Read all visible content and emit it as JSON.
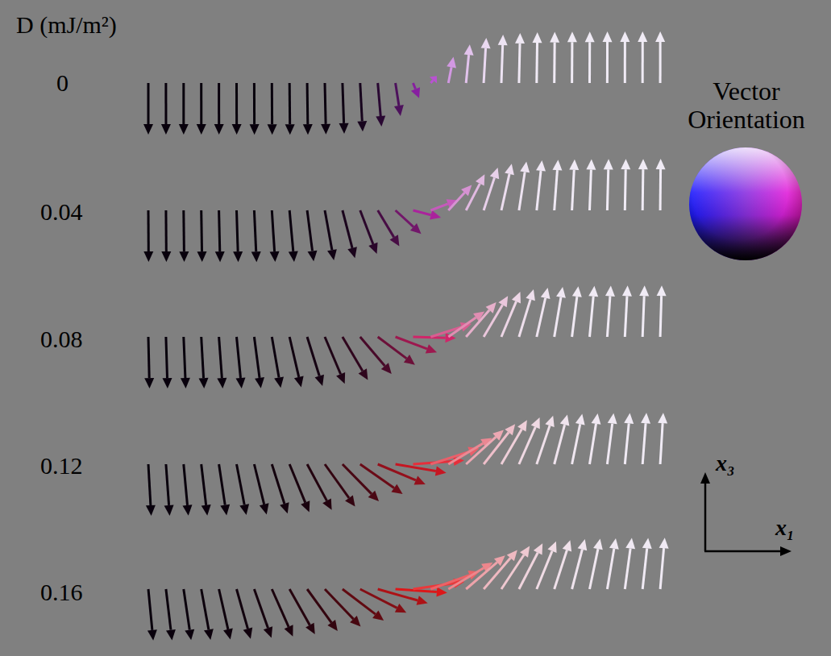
{
  "diagram": {
    "labels": [
      "D (mJ/m²)",
      "0",
      "0.04",
      "0.08",
      "0.12",
      "0.16",
      "Vector Orientation",
      "x₃",
      "x₁"
    ]
  }
}
